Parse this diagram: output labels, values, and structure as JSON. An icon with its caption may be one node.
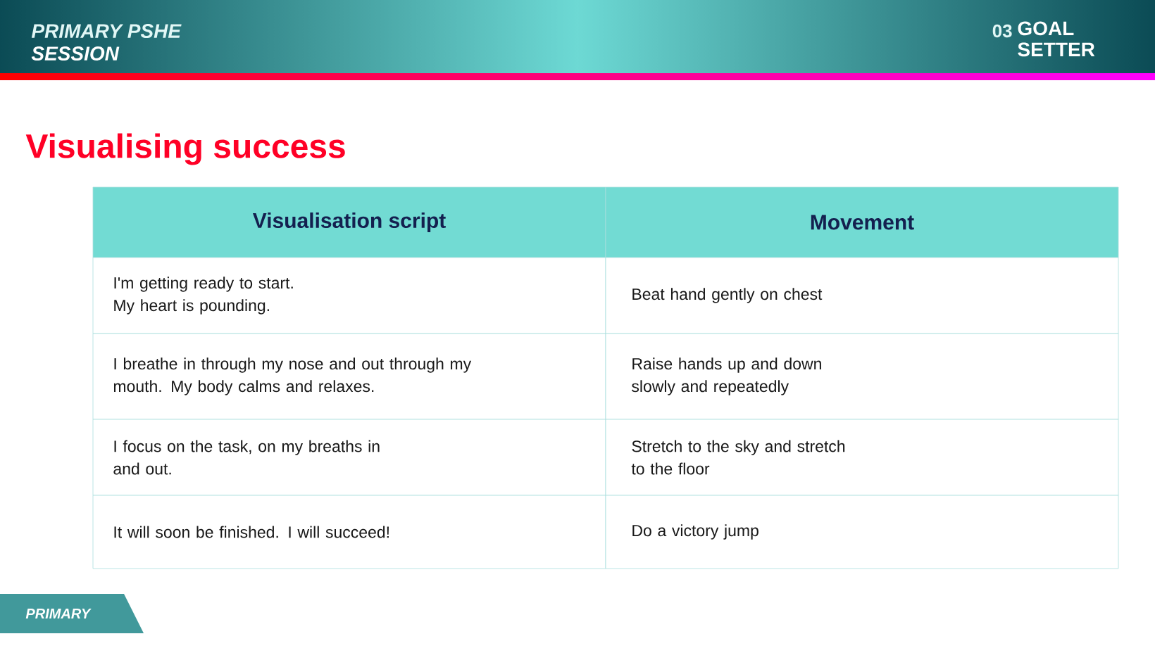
{
  "diagram": {
    "title": "Visualising success",
    "labels": [
      "PRIMARY PSHE",
      "SESSION",
      "03",
      "GOAL SETTER",
      "Visualisation script",
      "Movement",
      "I'm getting ready to start. My heart is pounding.",
      "Beat hand gently on chest",
      "I breathe in through my nose and out through my mouth. My body calms and relaxes.",
      "Raise hands up and down slowly and repeatedly",
      "I focus on the task, on my breaths in and out.",
      "Stretch to the sky and stretch to the floor",
      "It will soon be finished. I will succeed!",
      "Do a victory jump",
      "PRIMARY"
    ]
  }
}
